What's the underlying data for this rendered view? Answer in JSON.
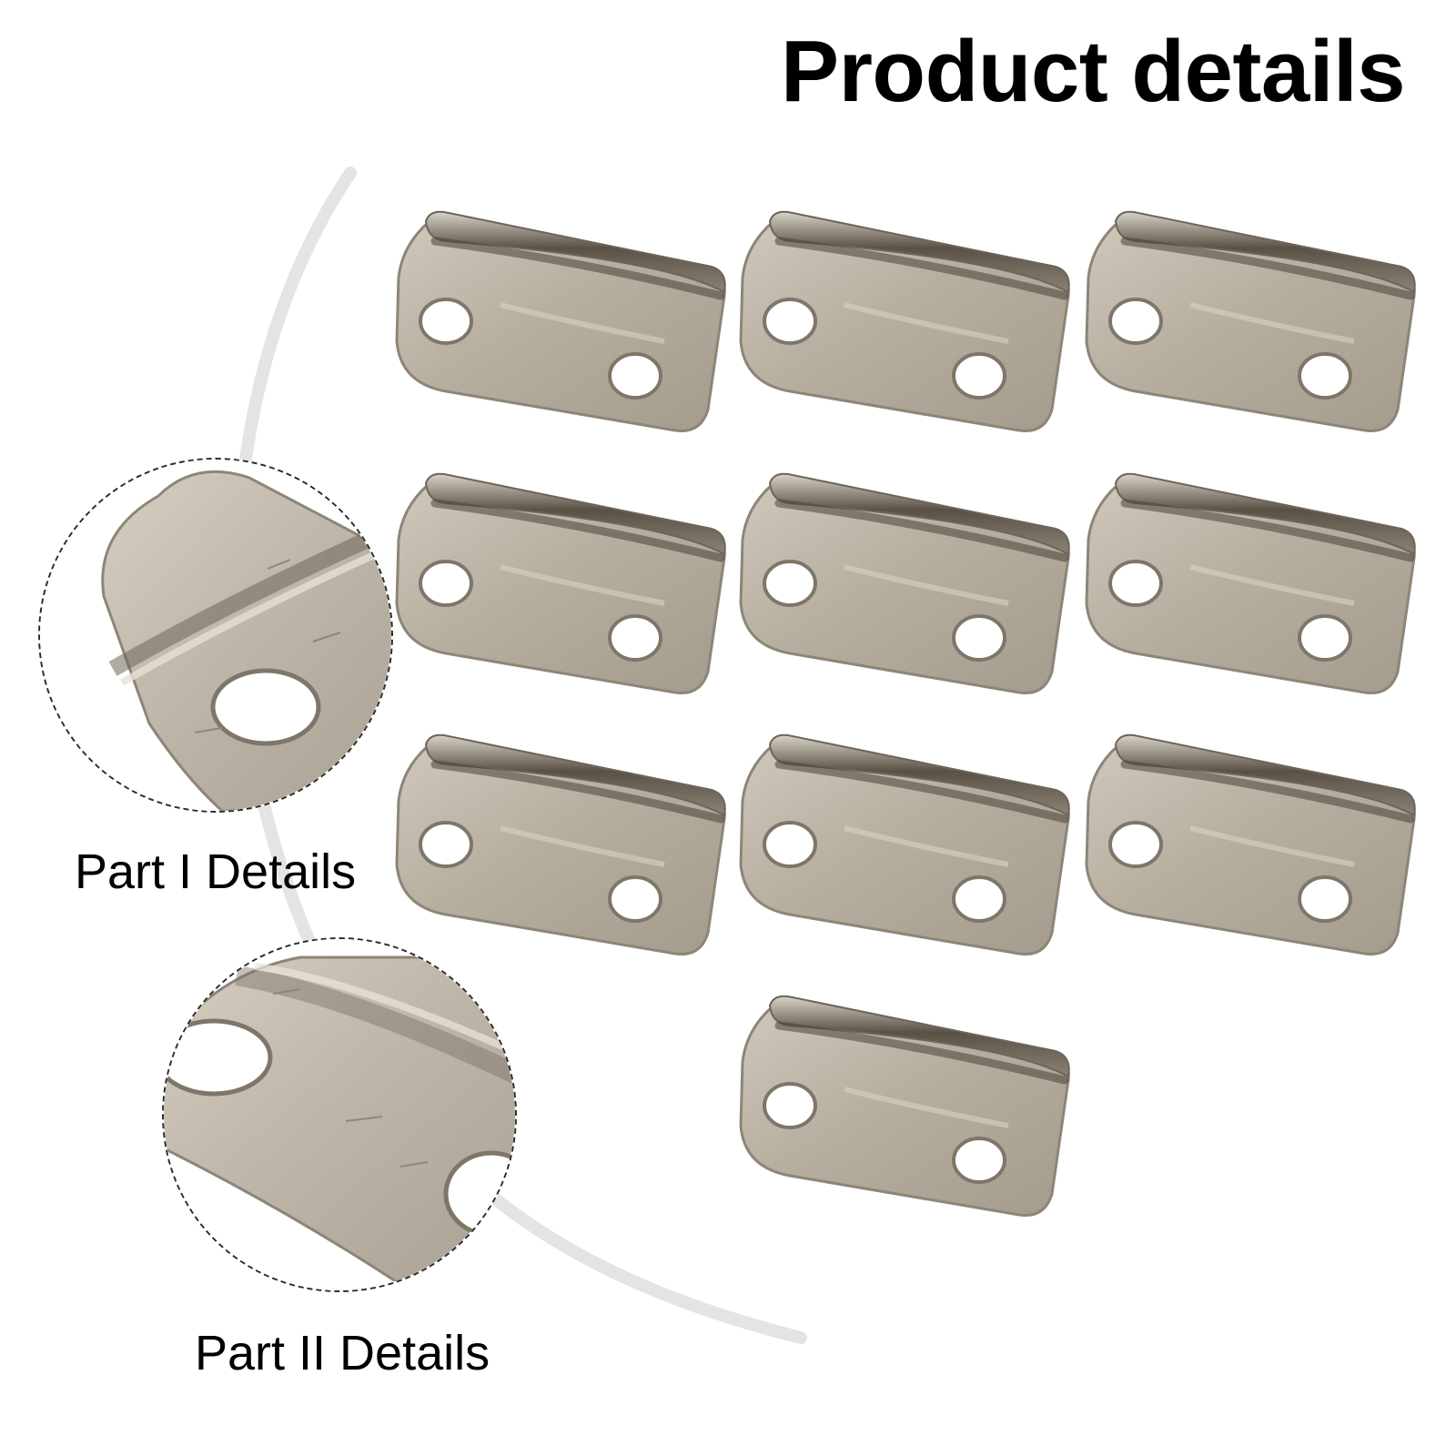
{
  "page_title": "Product details",
  "product": {
    "item_count": 10,
    "item_name": "steel-bracket-icon",
    "metal_color": "#b9b1a4",
    "shadow_color": "#4a4238",
    "edge_color": "#8d8578"
  },
  "details": [
    {
      "label": "Part I Details"
    },
    {
      "label": "Part II Details"
    }
  ],
  "decor": {
    "arc_color": "#e4e4e4",
    "circle_border_color": "#2a2a2a"
  }
}
